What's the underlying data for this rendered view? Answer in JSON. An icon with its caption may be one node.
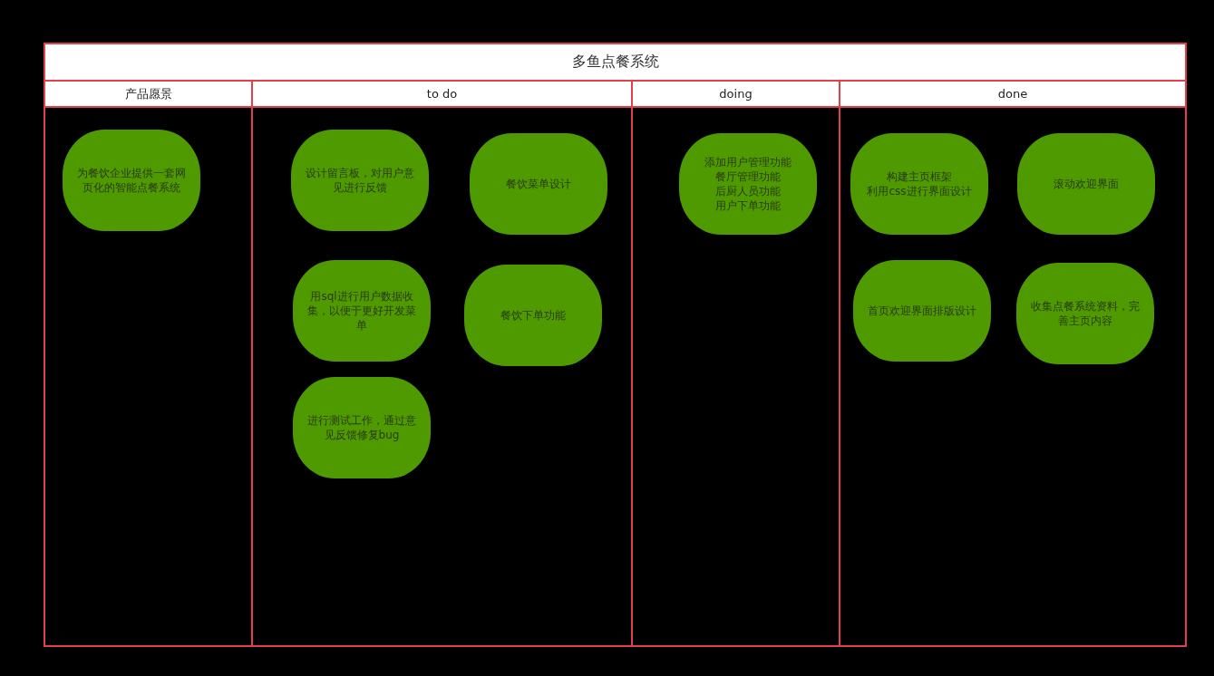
{
  "diagram": {
    "nodes": [
      {
        "text": [
          "多鱼点餐系统"
        ]
      },
      {
        "text": [
          "产品愿景"
        ],
        "in": 0
      },
      {
        "text": [
          "为餐饮企业提供一套网页化的智能点餐系统"
        ],
        "in": 1
      },
      {
        "text": [
          "to do"
        ],
        "in": 0
      },
      {
        "text": [
          "设计留言板，对用户意见进行反馈"
        ],
        "in": 3
      },
      {
        "text": [
          "餐饮菜单设计"
        ],
        "in": 3
      },
      {
        "text": [
          "用sql进行用户数据收集，以便于更好开发菜单"
        ],
        "in": 3
      },
      {
        "text": [
          "餐饮下单功能"
        ],
        "in": 3
      },
      {
        "text": [
          "进行测试工作，通过意见反馈修复bug"
        ],
        "in": 3
      },
      {
        "text": [
          "doing"
        ],
        "in": 0
      },
      {
        "text": [
          "添加用户管理功能",
          "餐厅管理功能",
          "后厨人员功能",
          "用户下单功能"
        ],
        "in": 9
      },
      {
        "text": [
          "done"
        ],
        "in": 0
      },
      {
        "text": [
          "构建主页框架",
          "利用css进行界面设计"
        ],
        "in": 11
      },
      {
        "text": [
          "滚动欢迎界面"
        ],
        "in": 11
      },
      {
        "text": [
          "首页欢迎界面排版设计"
        ],
        "in": 11
      },
      {
        "text": [
          "收集点餐系统资料，完善主页内容"
        ],
        "in": 11
      }
    ]
  }
}
